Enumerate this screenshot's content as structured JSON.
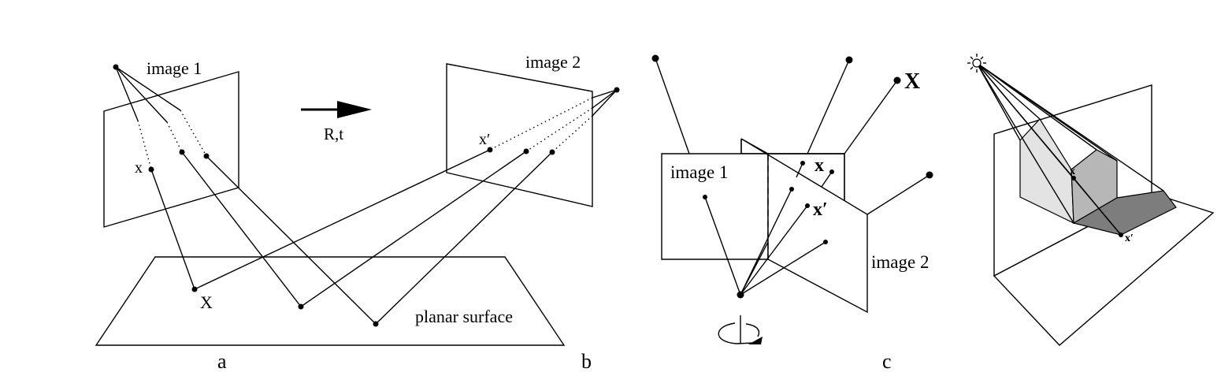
{
  "panel_a": {
    "image1_label": "image 1",
    "image2_label": "image 2",
    "motion_label": "R,t",
    "x_label": "x",
    "xprime_label": "x′",
    "X_label": "X",
    "surface_label": "planar surface",
    "caption_a": "a",
    "caption_b": "b"
  },
  "panel_c": {
    "image1_label": "image 1",
    "image2_label": "image 2",
    "X_label": "X",
    "x_label": "x",
    "xprime_label": "x′",
    "caption": "c"
  },
  "panel_d": {
    "x_label": "x",
    "xprime_label": "x′",
    "light_icon": "sun-icon",
    "shades": {
      "light": "#e3e3e3",
      "mid": "#b7b7b7",
      "dark": "#7d7d7d"
    }
  }
}
